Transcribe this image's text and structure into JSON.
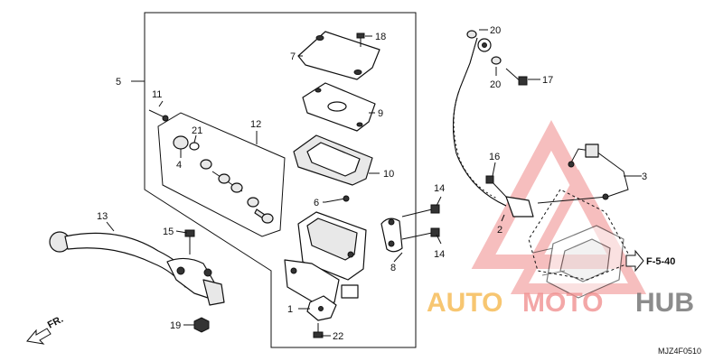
{
  "callouts": {
    "c1": "1",
    "c2": "2",
    "c3": "3",
    "c4": "4",
    "c5": "5",
    "c6": "6",
    "c7": "7",
    "c8": "8",
    "c9": "9",
    "c10": "10",
    "c11": "11",
    "c12": "12",
    "c13": "13",
    "c14a": "14",
    "c14b": "14",
    "c15": "15",
    "c16": "16",
    "c17": "17",
    "c18": "18",
    "c19": "19",
    "c20a": "20",
    "c20b": "20",
    "c21": "21",
    "c22": "22"
  },
  "ref": {
    "label": "F-5-40"
  },
  "direction": {
    "label": "FR."
  },
  "diagram_code": "MJZ4F0510",
  "watermark": {
    "part1": "AUTO",
    "part2": "MOTO",
    "part3": "HUB",
    "color": "#f08a8a",
    "accent": "#f5b342"
  }
}
